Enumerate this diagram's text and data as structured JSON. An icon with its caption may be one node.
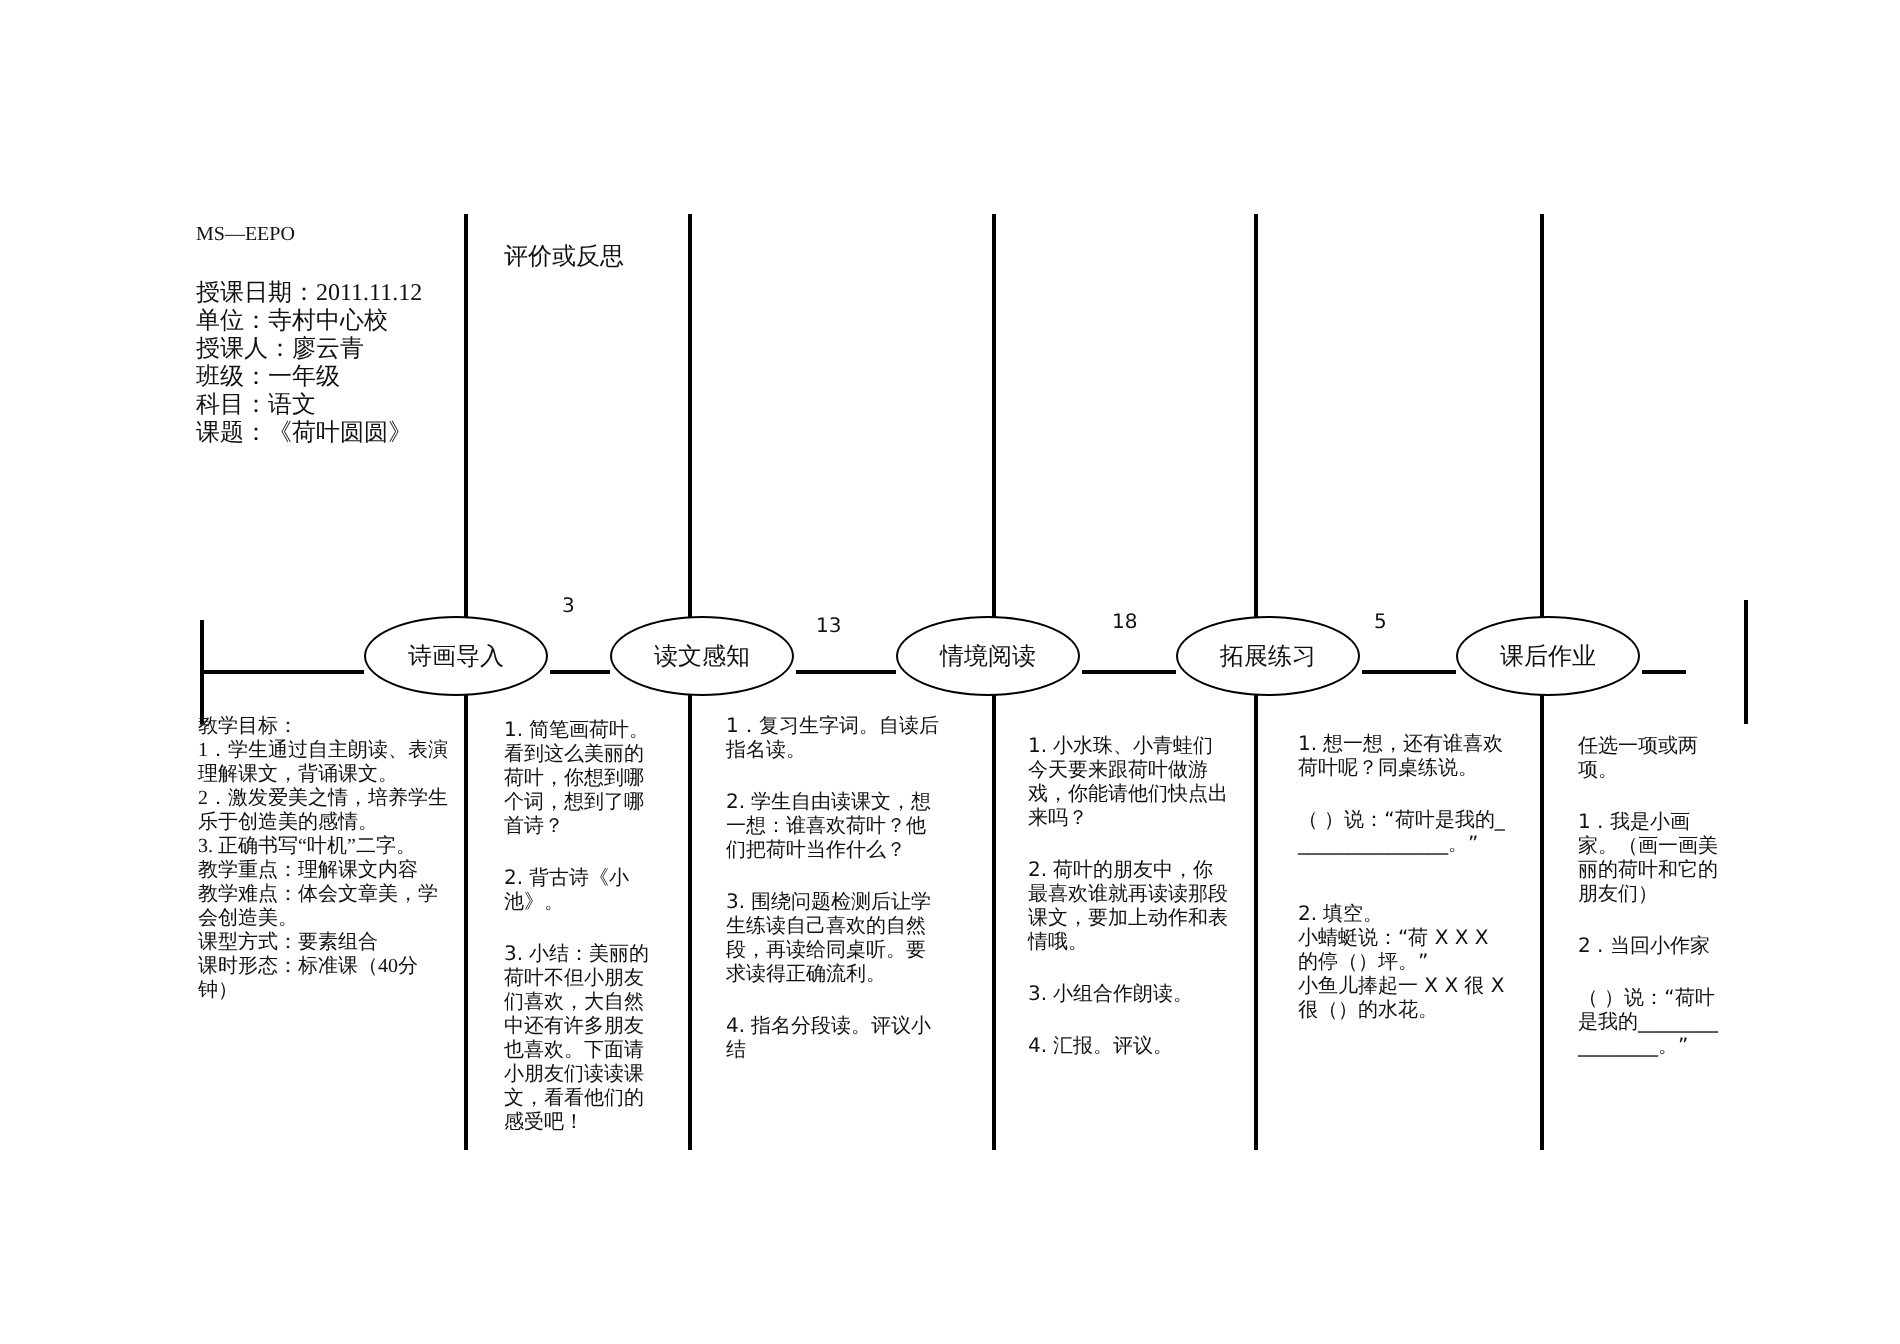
{
  "diagram": {
    "nodes": [
      {
        "text": [
          "诗画导入"
        ]
      },
      {
        "text": [
          "读文感知"
        ]
      },
      {
        "text": [
          "情境阅读"
        ]
      },
      {
        "text": [
          "拓展练习"
        ]
      },
      {
        "text": [
          "课后作业"
        ]
      }
    ],
    "edges": [
      {
        "from": null,
        "to": 0,
        "arrow": "none"
      },
      {
        "from": 0,
        "to": 1,
        "arrow": "none",
        "label": "3"
      },
      {
        "from": 1,
        "to": 2,
        "arrow": "none",
        "label": "13"
      },
      {
        "from": 2,
        "to": 3,
        "arrow": "none",
        "label": "18"
      },
      {
        "from": 3,
        "to": 4,
        "arrow": "none",
        "label": "5"
      },
      {
        "from": 4,
        "to": null,
        "arrow": "none"
      }
    ],
    "labels": [
      "MS—EEPO",
      "授课日期：2011.11.12",
      "单位：寺村中心校",
      "授课人：廖云青",
      "班级：一年级",
      "科目：语文",
      "课题：《荷叶圆圆》",
      "评价或反思",
      "教学目标：",
      "1．学生通过自主朗读、表演理解课文，背诵课文。",
      "2．激发爱美之情，培养学生乐于创造美的感情。",
      "3. 正确书写“叶机”二字。",
      "教学重点：理解课文内容",
      "教学难点：体会文章美，学会创造美。",
      "课型方式：要素组合",
      "课时形态：标准课（40分钟）",
      "1. 简笔画荷叶。看到这么美丽的荷叶，你想到哪个词，想到了哪首诗？",
      "2. 背古诗《小池》。",
      "3. 小结：美丽的荷叶不但小朋友们喜欢，大自然中还有许多朋友也喜欢。下面请小朋友们读读课文，看看他们的感受吧！",
      "1．复习生字词。自读后指名读。",
      "2. 学生自由读课文，想一想：谁喜欢荷叶？他们把荷叶当作什么？",
      "3. 围绕问题检测后让学生练读自己喜欢的自然段，再读给同桌听。要求读得正确流利。",
      "4. 指名分段读。评议小结",
      "1. 小水珠、小青蛙们今天要来跟荷叶做游戏，你能请他们快点出来吗？",
      "2. 荷叶的朋友中，你最喜欢谁就再读读那段课文，要加上动作和表情哦。",
      "3. 小组合作朗读。",
      "4. 汇报。评议。",
      "1. 想一想，还有谁喜欢荷叶呢？同桌练说。",
      "（ ）说：“荷叶是我的________________。”",
      "2. 填空。",
      "小蜻蜓说：“荷 X X X 的停（）坪。”",
      "小鱼儿捧起一 X X 很 X 很（）的水花。",
      "任选一项或两项。",
      "1 . 我是小画家。（画一画美丽的荷叶和它的朋友们）",
      "2 . 当回小作家",
      "（ ）说：“荷叶是我的________________。”"
    ]
  }
}
